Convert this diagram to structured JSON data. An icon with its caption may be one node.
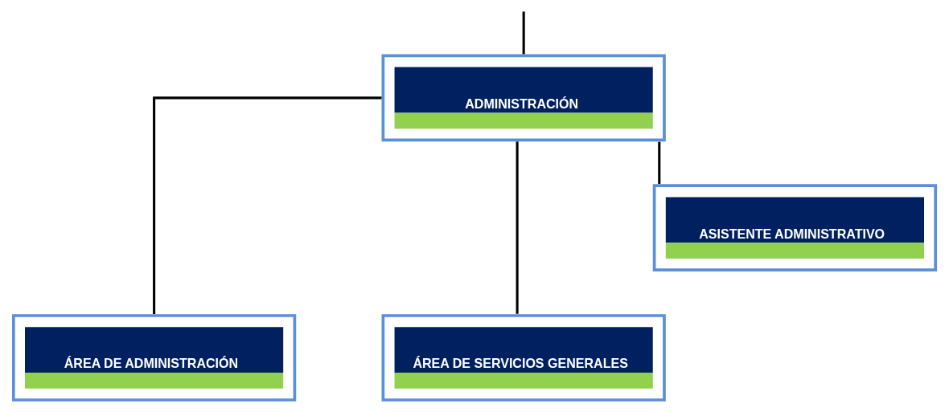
{
  "diagram": {
    "nodes": [
      {
        "text": [
          "ADMINISTRACIÓN"
        ]
      },
      {
        "text": [
          "ASISTENTE ADMINISTRATIVO"
        ]
      },
      {
        "text": [
          "ÁREA DE ADMINISTRACIÓN"
        ]
      },
      {
        "text": [
          "ÁREA DE SERVICIOS GENERALES"
        ]
      }
    ],
    "edges": [
      {
        "from": null,
        "to": 0,
        "arrow": "none"
      },
      {
        "from": 0,
        "to": 1,
        "arrow": "none"
      },
      {
        "from": 0,
        "to": 2,
        "arrow": "none"
      },
      {
        "from": 0,
        "to": 3,
        "arrow": "none"
      }
    ]
  }
}
